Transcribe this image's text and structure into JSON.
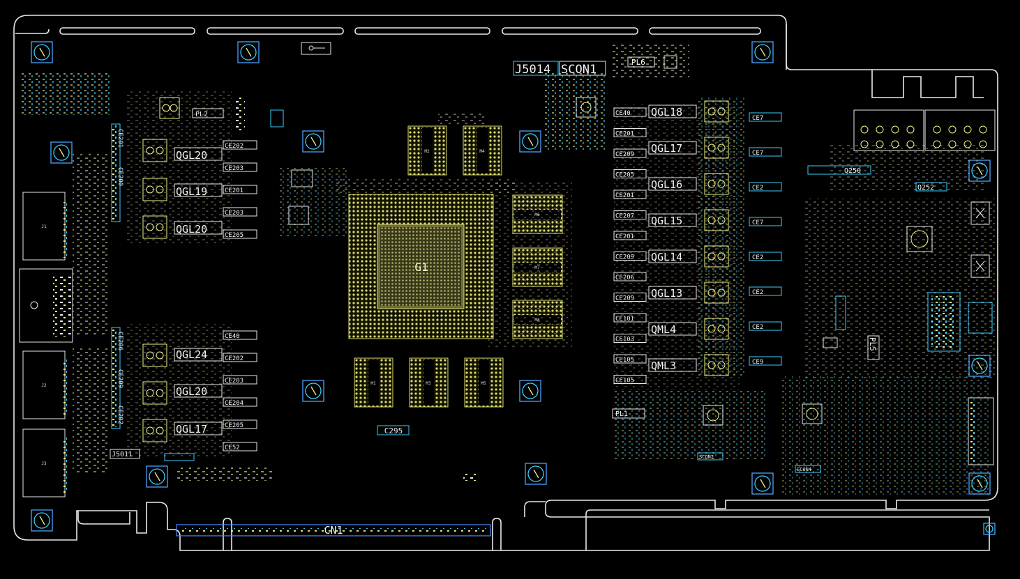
{
  "board": {
    "labels": {
      "j5014": "J5014",
      "scon1": "SCON1",
      "gpu": "G1",
      "cn1": "CN1",
      "c295": "C295",
      "pl2": "PL2",
      "pl6": "PL6",
      "pl1": "PL1",
      "pl5": "PL5",
      "j5011": "J5011",
      "q250": "Q250",
      "q252": "Q252",
      "scon2": "SCON2",
      "scon4": "SCON4"
    },
    "mem_chips": [
      "M2",
      "M4",
      "M6",
      "M7",
      "M8",
      "M1",
      "M3",
      "M5"
    ],
    "left_upper_fets": [
      "QGL20",
      "QGL19",
      "QGL20"
    ],
    "left_lower_fets": [
      "QGL24",
      "QGL20",
      "QGL17"
    ],
    "right_fets": [
      "QGL18",
      "QGL17",
      "QGL16",
      "QGL15",
      "QGL14",
      "QGL13",
      "QML4",
      "QML3"
    ],
    "left_caps_upper": [
      "CE202",
      "CE203",
      "CE201",
      "CE203",
      "CE205"
    ],
    "left_caps_lower": [
      "CE40",
      "CE202",
      "CE203",
      "CE204",
      "CE205",
      "CE52"
    ],
    "right_caps_left": [
      "CE40",
      "CE201",
      "CE209",
      "CE205",
      "CE201",
      "CE207",
      "CE201",
      "CE209",
      "CE206",
      "CE209",
      "CE101",
      "CE103",
      "CE105",
      "CE105"
    ],
    "right_caps_right": [
      "CE7",
      "CE7",
      "CE2",
      "CE7",
      "CE2",
      "CE2",
      "CE2",
      "CE9"
    ],
    "vertical_caps": [
      "CE201",
      "CE200",
      "CE206",
      "CE209",
      "CE202"
    ],
    "connectors": [
      "J1",
      "J2",
      "J3"
    ]
  }
}
